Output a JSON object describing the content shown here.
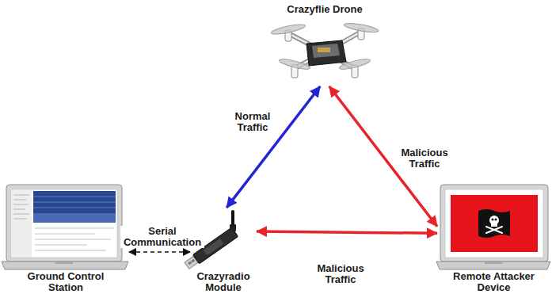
{
  "diagram": {
    "nodes": [
      {
        "text": [
          "Crazyflie Drone"
        ]
      },
      {
        "text": [
          "Ground Control Station"
        ]
      },
      {
        "text": [
          "Crazyradio Module"
        ]
      },
      {
        "text": [
          "Remote Attacker Device"
        ]
      }
    ],
    "edges": [
      {
        "from": 2,
        "to": 0,
        "label": "Normal Traffic",
        "arrow": "both"
      },
      {
        "from": 0,
        "to": 3,
        "label": "Malicious Traffic",
        "arrow": "both"
      },
      {
        "from": 2,
        "to": 3,
        "label": "Malicious Traffic",
        "arrow": "both"
      },
      {
        "from": 1,
        "to": 2,
        "label": "Serial Communication",
        "arrow": "both"
      }
    ]
  }
}
